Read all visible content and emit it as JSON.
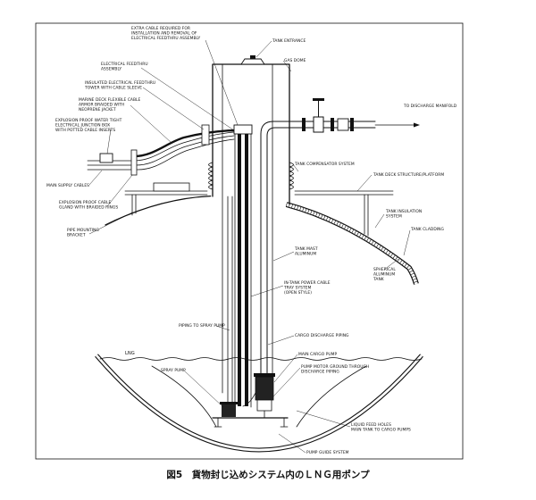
{
  "labels": {
    "extra_cable": [
      "EXTRA CABLE REQUIRED FOR",
      "INSTALLATION AND REMOVAL OF",
      "ELECTRICAL FEEDTHRU ASSEMBLY"
    ],
    "tank_entrance": "TANK ENTRANCE",
    "gas_dome": "GAS DOME",
    "electrical_feedthru": [
      "ELECTRICAL FEEDTHRU",
      "ASSEMBLY"
    ],
    "feedthru_tower": [
      "INSULATED ELECTRICAL FEEDTHRU",
      "TOWER WITH CABLE SLEEVE"
    ],
    "marine_cable": [
      "MARINE DECK FLEXIBLE CABLE",
      "ARMOR BRAIDED WITH",
      "NEOPRENE JACKET"
    ],
    "junction_box": [
      "EXPLOSION PROOF WATER TIGHT",
      "ELECTRICAL JUNCTION BOX",
      "WITH POTTED CABLE INSERTS"
    ],
    "main_supply": "MAIN SUPPLY CABLES",
    "cable_gland": [
      "EXPLOSION PROOF CABLE",
      "GLAND WITH BRAIDED RINGS"
    ],
    "pipe_bracket": [
      "PIPE MOUNTING",
      "BRACKET"
    ],
    "discharge_manifold": "TO DISCHARGE MANIFOLD",
    "compensator": "TANK COMPENSATOR SYSTEM",
    "deck_platform": "TANK DECK STRUCTURE/PLATFORM",
    "insulation": [
      "TANK INSULATION",
      "SYSTEM"
    ],
    "cladding": "TANK CLADDING",
    "mast": [
      "TANK MAST",
      "ALUMINUM"
    ],
    "spherical_tank": [
      "SPHERICAL",
      "ALUMINUM",
      "TANK"
    ],
    "cable_tray": [
      "IN-TANK POWER CABLE",
      "TRAY SYSTEM",
      "(OPEN STYLE)"
    ],
    "spray_piping": "PIPING TO SPRAY PUMP",
    "discharge_piping": "CARGO DISCHARGE PIPING",
    "lng": "LNG",
    "main_pump": "MAIN CARGO PUMP",
    "motor_ground": [
      "PUMP MOTOR GROUND THROUGH",
      "DISCHARGE PIPING"
    ],
    "spray_pump": "SPRAY PUMP",
    "feed_holes": [
      "LIQUID FEED HOLES",
      "MAIN TANK TO CARGO PUMPS"
    ],
    "pump_guide": "PUMP GUIDE SYSTEM"
  },
  "caption": "図5　貨物封じ込めシステム内のＬＮＧ用ポンプ"
}
